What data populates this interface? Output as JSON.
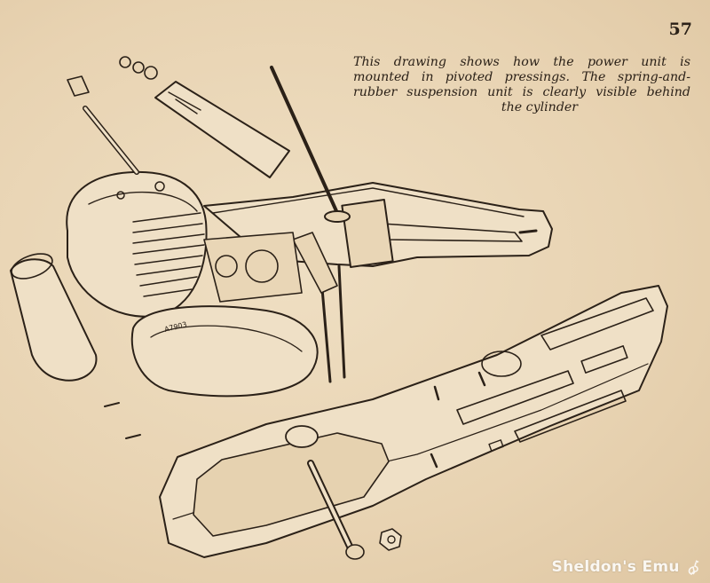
{
  "page": {
    "number": "57",
    "caption_lines": [
      "This drawing shows how the power unit is",
      "mounted in pivoted pressings. The spring-and-",
      "rubber suspension unit is clearly visible behind",
      "the cylinder"
    ]
  },
  "illustration": {
    "engine_label": "A7903"
  },
  "watermark": {
    "text": "Sheldon's Emu",
    "icon": "emu-icon"
  },
  "colors": {
    "paper": "#ead7b8",
    "ink": "#2b2118"
  }
}
